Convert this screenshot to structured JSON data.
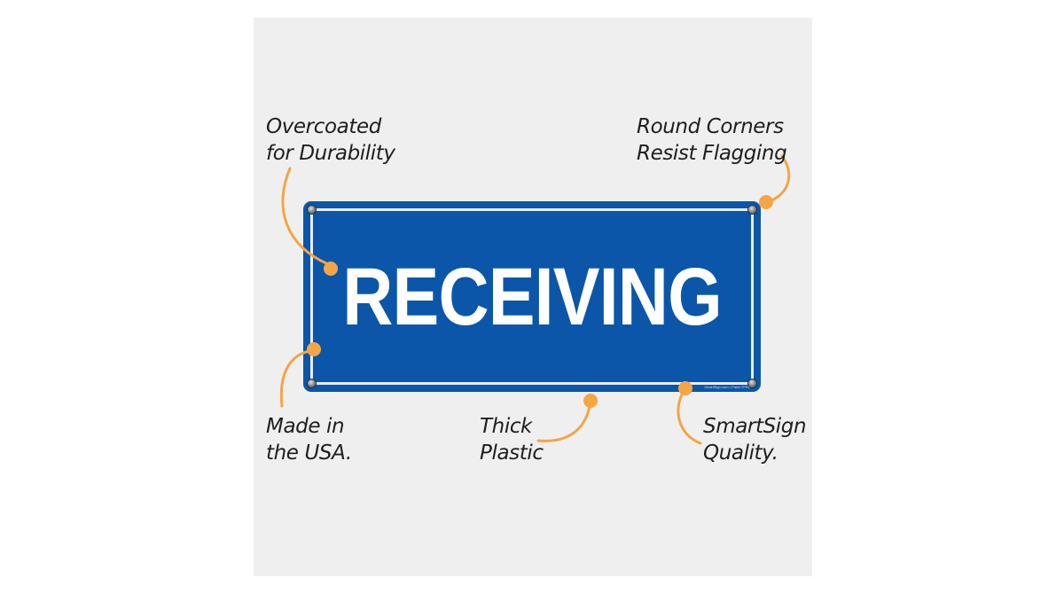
{
  "sign": {
    "text": "RECEIVING",
    "fineprint": "SmartSign.com • Part# TPRL",
    "colors": {
      "background": "#0b56a8",
      "border": "#e9edf3",
      "text": "#ffffff"
    }
  },
  "callouts": {
    "overcoated": {
      "line1": "Overcoated",
      "line2": "for Durability"
    },
    "round_corners": {
      "line1": "Round Corners",
      "line2": "Resist Flagging"
    },
    "made_in_usa": {
      "line1": "Made in",
      "line2": "the USA."
    },
    "thick_plastic": {
      "line1": "Thick",
      "line2": "Plastic"
    },
    "smartsign_quality": {
      "line1": "SmartSign",
      "line2": "Quality."
    }
  },
  "accent_color": "#f5a544"
}
